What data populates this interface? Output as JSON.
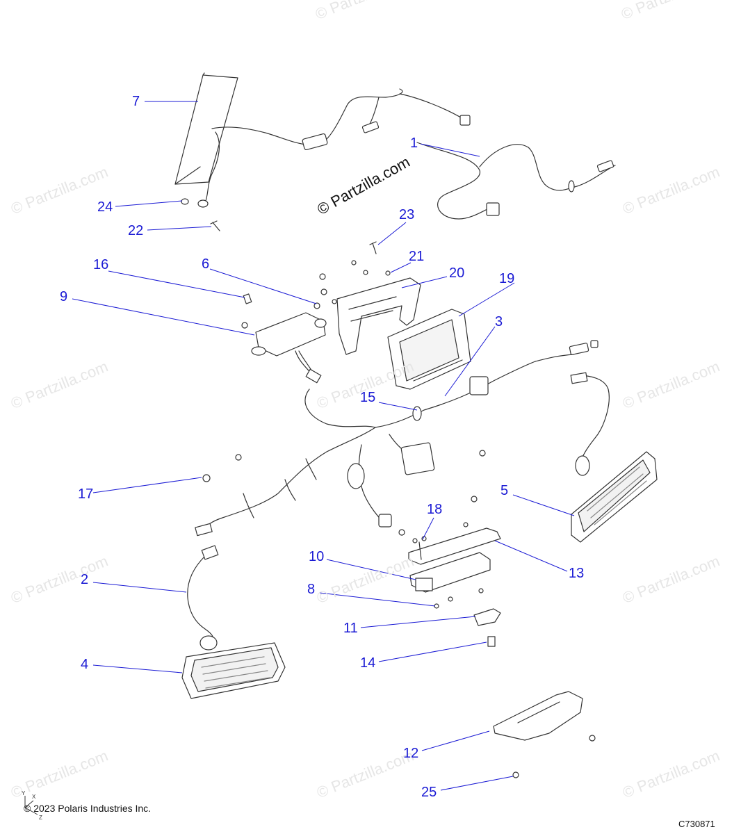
{
  "watermark_text": "© Partzilla.com",
  "center_copyright": "© Partzilla.com",
  "callouts": [
    {
      "id": "7",
      "label": "7"
    },
    {
      "id": "1",
      "label": "1"
    },
    {
      "id": "24",
      "label": "24"
    },
    {
      "id": "22",
      "label": "22"
    },
    {
      "id": "23",
      "label": "23"
    },
    {
      "id": "21",
      "label": "21"
    },
    {
      "id": "16",
      "label": "16"
    },
    {
      "id": "6",
      "label": "6"
    },
    {
      "id": "20",
      "label": "20"
    },
    {
      "id": "19",
      "label": "19"
    },
    {
      "id": "9",
      "label": "9"
    },
    {
      "id": "3",
      "label": "3"
    },
    {
      "id": "15",
      "label": "15"
    },
    {
      "id": "17",
      "label": "17"
    },
    {
      "id": "5",
      "label": "5"
    },
    {
      "id": "18",
      "label": "18"
    },
    {
      "id": "10",
      "label": "10"
    },
    {
      "id": "13",
      "label": "13"
    },
    {
      "id": "2",
      "label": "2"
    },
    {
      "id": "8",
      "label": "8"
    },
    {
      "id": "11",
      "label": "11"
    },
    {
      "id": "14",
      "label": "14"
    },
    {
      "id": "4",
      "label": "4"
    },
    {
      "id": "12",
      "label": "12"
    },
    {
      "id": "25",
      "label": "25"
    }
  ],
  "footer": {
    "copyright": "© 2023 Polaris Industries Inc.",
    "code": "C730871"
  },
  "axes": {
    "y": "Y",
    "x": "X",
    "z": "Z"
  }
}
